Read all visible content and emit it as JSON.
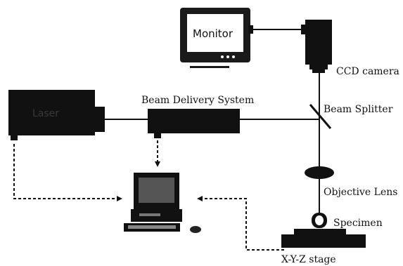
{
  "labels": {
    "monitor": "Monitor",
    "ccd_camera": "CCD camera",
    "beam_delivery": "Beam Delivery System",
    "beam_splitter": "Beam Splitter",
    "laser": "Laser",
    "objective_lens": "Objective Lens",
    "specimen": "Specimen",
    "stage": "X-Y-Z stage"
  },
  "colors": {
    "device": "#111111",
    "link": "#111111",
    "background": "#ffffff"
  },
  "icons": [
    "monitor-icon",
    "ccd-camera-icon",
    "laser-icon",
    "computer-icon",
    "objective-lens-icon",
    "beam-splitter-icon",
    "stage-icon"
  ]
}
